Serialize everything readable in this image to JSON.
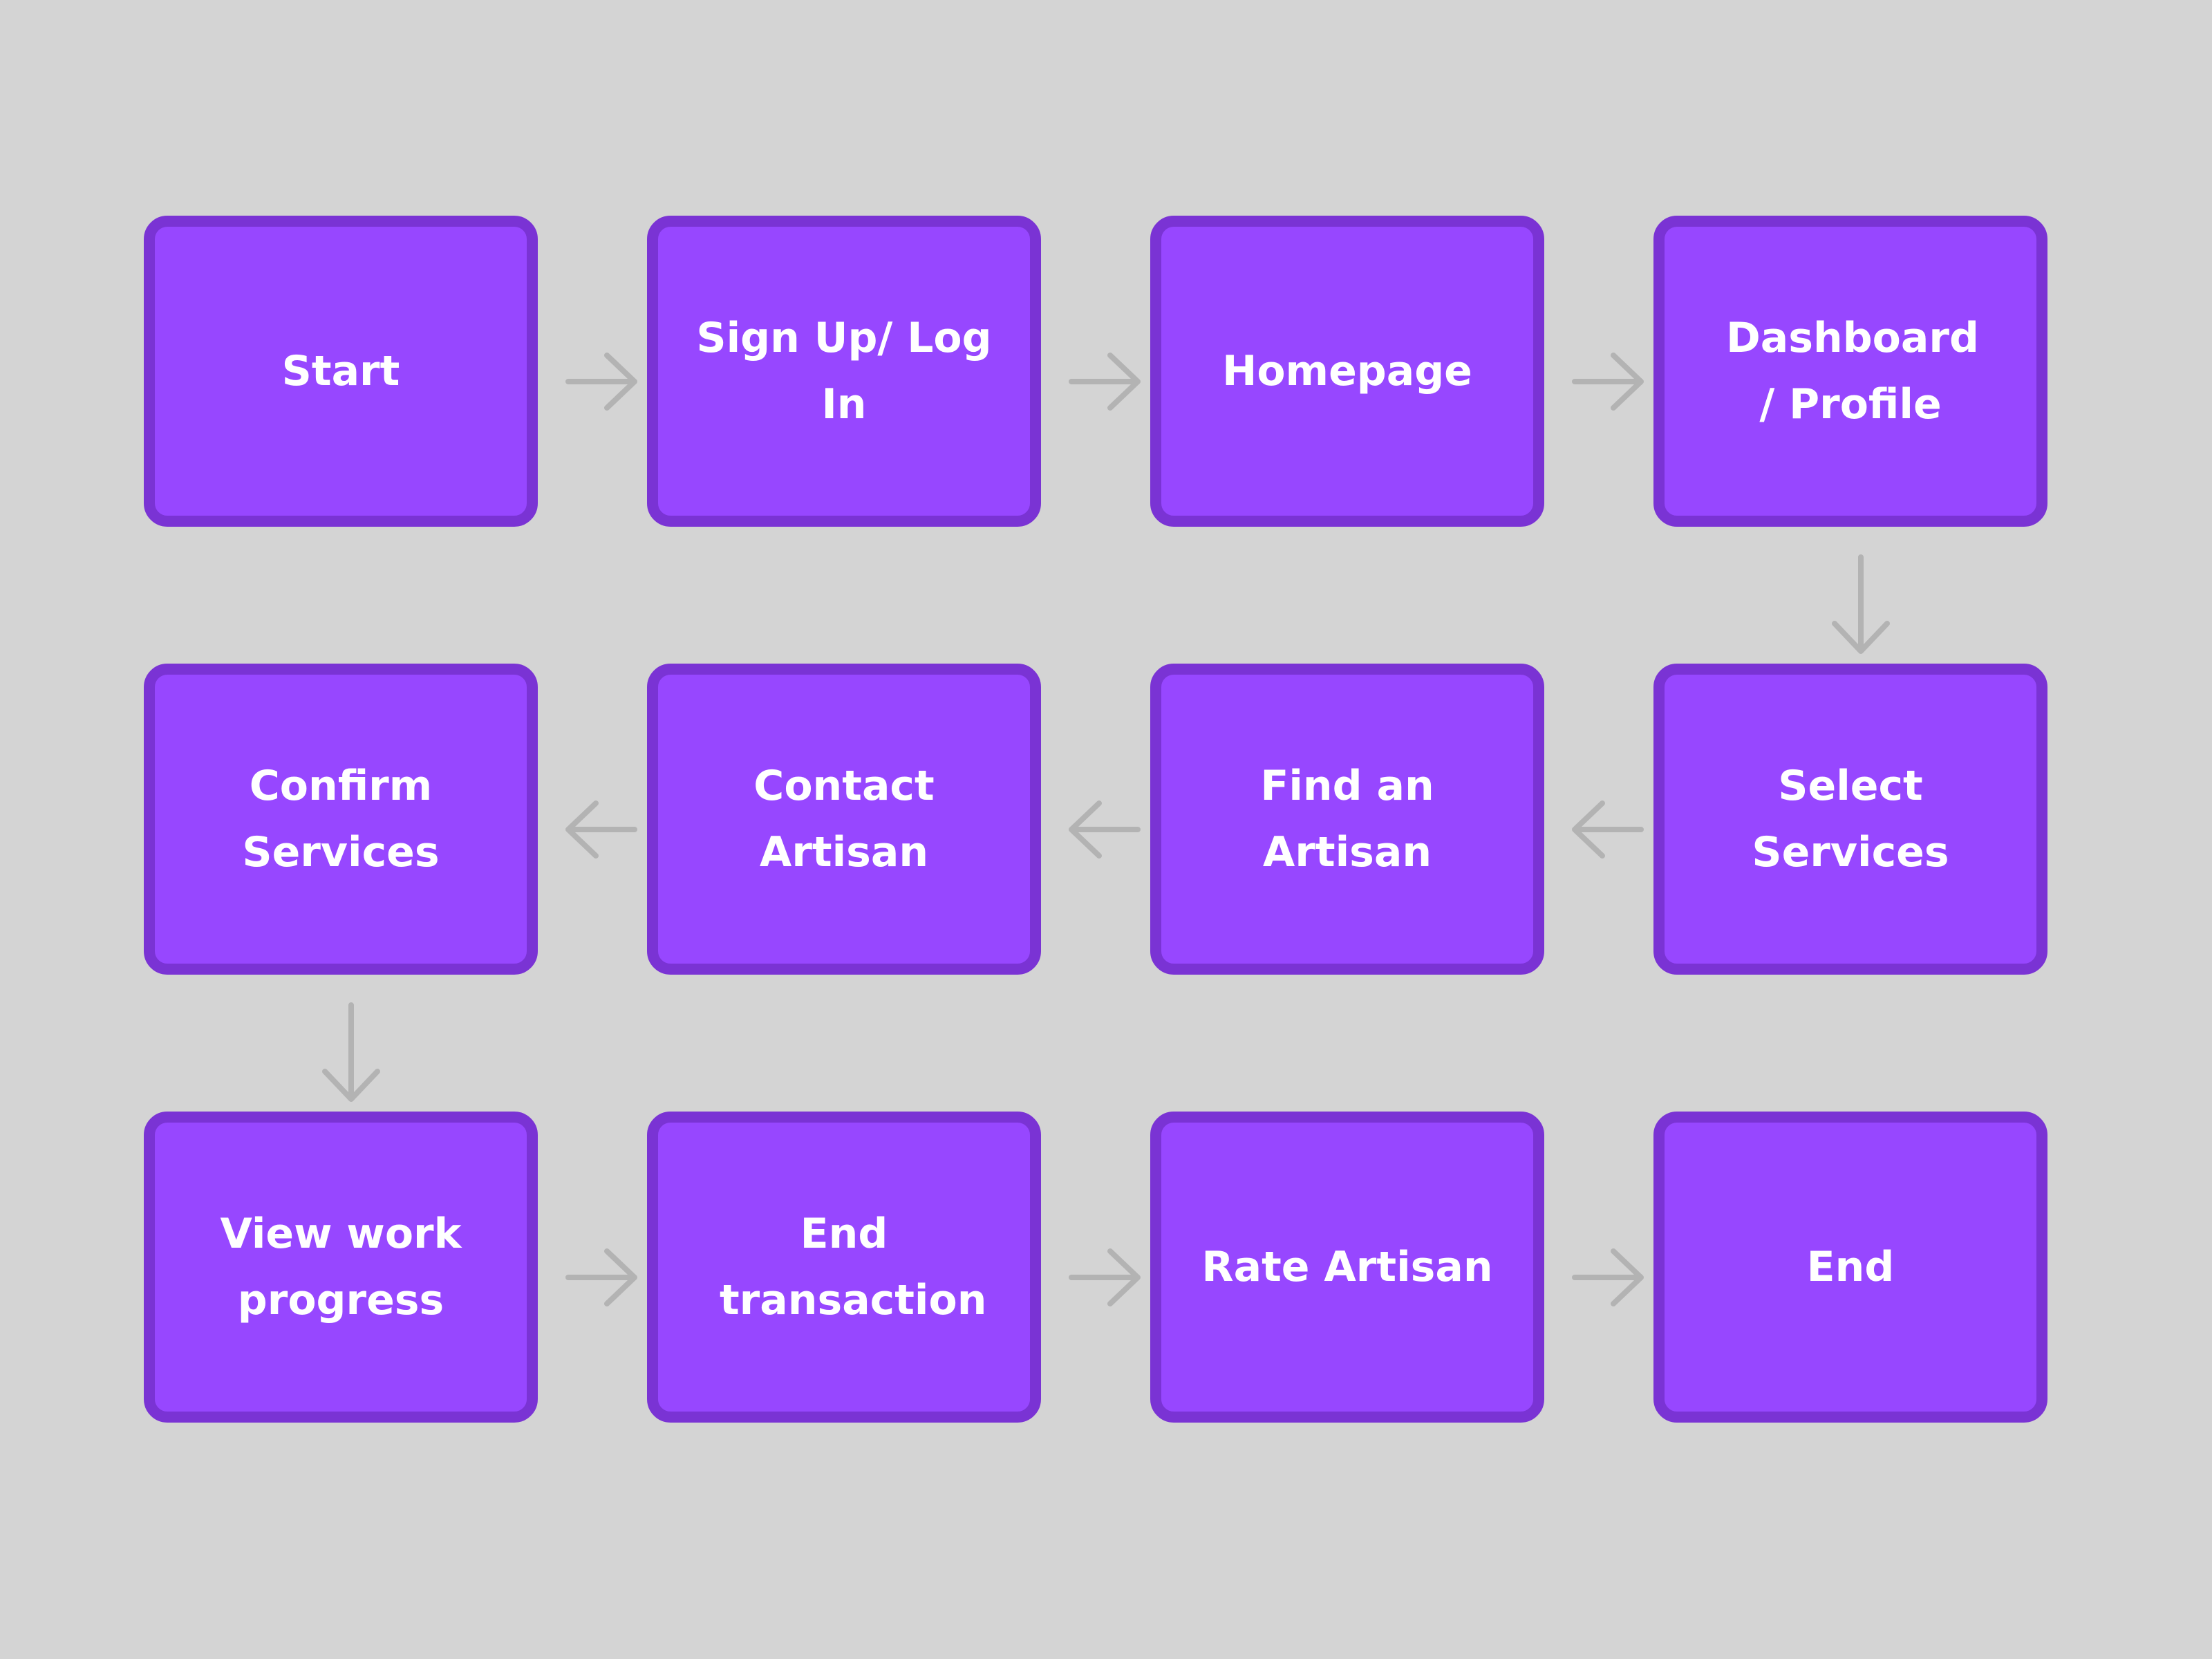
{
  "diagram": {
    "colors": {
      "background": "#d4d4d4",
      "node_fill": "#9747ff",
      "node_border": "#7a33d4",
      "node_text": "#ffffff",
      "connector": "#b3b3b3"
    },
    "nodes": [
      {
        "id": "start",
        "label": "Start"
      },
      {
        "id": "sign-up-log-in",
        "label": "Sign Up/ Log In"
      },
      {
        "id": "homepage",
        "label": "Homepage"
      },
      {
        "id": "dashboard-profile",
        "label": "Dashboard / Profile"
      },
      {
        "id": "select-services",
        "label": "Select Services"
      },
      {
        "id": "find-an-artisan",
        "label": "Find an Artisan"
      },
      {
        "id": "contact-artisan",
        "label": "Contact Artisan"
      },
      {
        "id": "confirm-services",
        "label": "Confirm Services"
      },
      {
        "id": "view-work-progress",
        "label": "View work progress"
      },
      {
        "id": "end-transaction",
        "label": "End transaction"
      },
      {
        "id": "rate-artisan",
        "label": "Rate Artisan"
      },
      {
        "id": "end",
        "label": "End"
      }
    ],
    "edges": [
      {
        "from": "start",
        "to": "sign-up-log-in"
      },
      {
        "from": "sign-up-log-in",
        "to": "homepage"
      },
      {
        "from": "homepage",
        "to": "dashboard-profile"
      },
      {
        "from": "dashboard-profile",
        "to": "select-services"
      },
      {
        "from": "select-services",
        "to": "find-an-artisan"
      },
      {
        "from": "find-an-artisan",
        "to": "contact-artisan"
      },
      {
        "from": "contact-artisan",
        "to": "confirm-services"
      },
      {
        "from": "confirm-services",
        "to": "view-work-progress"
      },
      {
        "from": "view-work-progress",
        "to": "end-transaction"
      },
      {
        "from": "end-transaction",
        "to": "rate-artisan"
      },
      {
        "from": "rate-artisan",
        "to": "end"
      }
    ]
  }
}
